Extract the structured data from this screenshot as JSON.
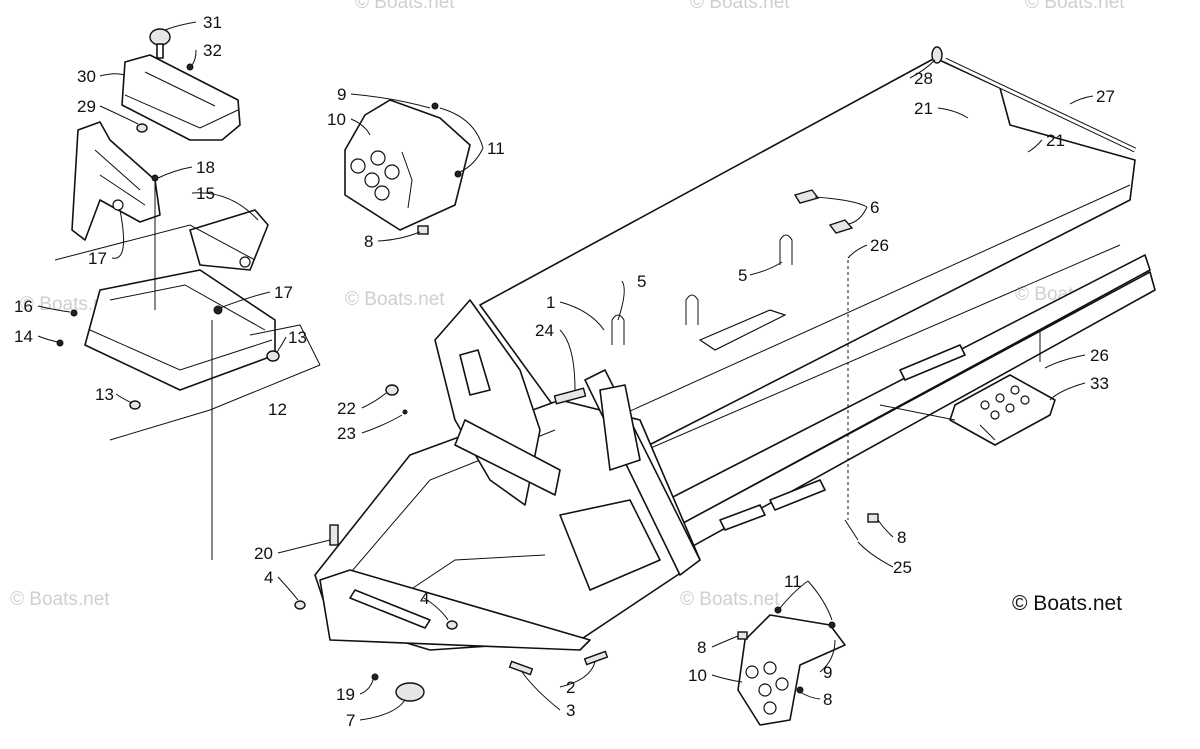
{
  "diagram": {
    "callouts": [
      {
        "id": "c31",
        "text": "31"
      },
      {
        "id": "c32",
        "text": "32"
      },
      {
        "id": "c30",
        "text": "30"
      },
      {
        "id": "c29",
        "text": "29"
      },
      {
        "id": "c18",
        "text": "18"
      },
      {
        "id": "c15",
        "text": "15"
      },
      {
        "id": "c17a",
        "text": "17"
      },
      {
        "id": "c17b",
        "text": "17"
      },
      {
        "id": "c16",
        "text": "16"
      },
      {
        "id": "c14",
        "text": "14"
      },
      {
        "id": "c13a",
        "text": "13"
      },
      {
        "id": "c13b",
        "text": "13"
      },
      {
        "id": "c12",
        "text": "12"
      },
      {
        "id": "c9a",
        "text": "9"
      },
      {
        "id": "c10a",
        "text": "10"
      },
      {
        "id": "c11a",
        "text": "11"
      },
      {
        "id": "c8a",
        "text": "8"
      },
      {
        "id": "c28",
        "text": "28"
      },
      {
        "id": "c27",
        "text": "27"
      },
      {
        "id": "c21a",
        "text": "21"
      },
      {
        "id": "c21b",
        "text": "21"
      },
      {
        "id": "c6",
        "text": "6"
      },
      {
        "id": "c26a",
        "text": "26"
      },
      {
        "id": "c5a",
        "text": "5"
      },
      {
        "id": "c5b",
        "text": "5"
      },
      {
        "id": "c1",
        "text": "1"
      },
      {
        "id": "c24",
        "text": "24"
      },
      {
        "id": "c26b",
        "text": "26"
      },
      {
        "id": "c33",
        "text": "33"
      },
      {
        "id": "c22",
        "text": "22"
      },
      {
        "id": "c23",
        "text": "23"
      },
      {
        "id": "c20",
        "text": "20"
      },
      {
        "id": "c4a",
        "text": "4"
      },
      {
        "id": "c4b",
        "text": "4"
      },
      {
        "id": "c8b",
        "text": "8"
      },
      {
        "id": "c25",
        "text": "25"
      },
      {
        "id": "c11b",
        "text": "11"
      },
      {
        "id": "c8c",
        "text": "8"
      },
      {
        "id": "c9b",
        "text": "9"
      },
      {
        "id": "c10b",
        "text": "10"
      },
      {
        "id": "c8d",
        "text": "8"
      },
      {
        "id": "c19",
        "text": "19"
      },
      {
        "id": "c7",
        "text": "7"
      },
      {
        "id": "c2",
        "text": "2"
      },
      {
        "id": "c3",
        "text": "3"
      }
    ],
    "watermark": "© Boats.net",
    "copyright": "© Boats.net"
  }
}
